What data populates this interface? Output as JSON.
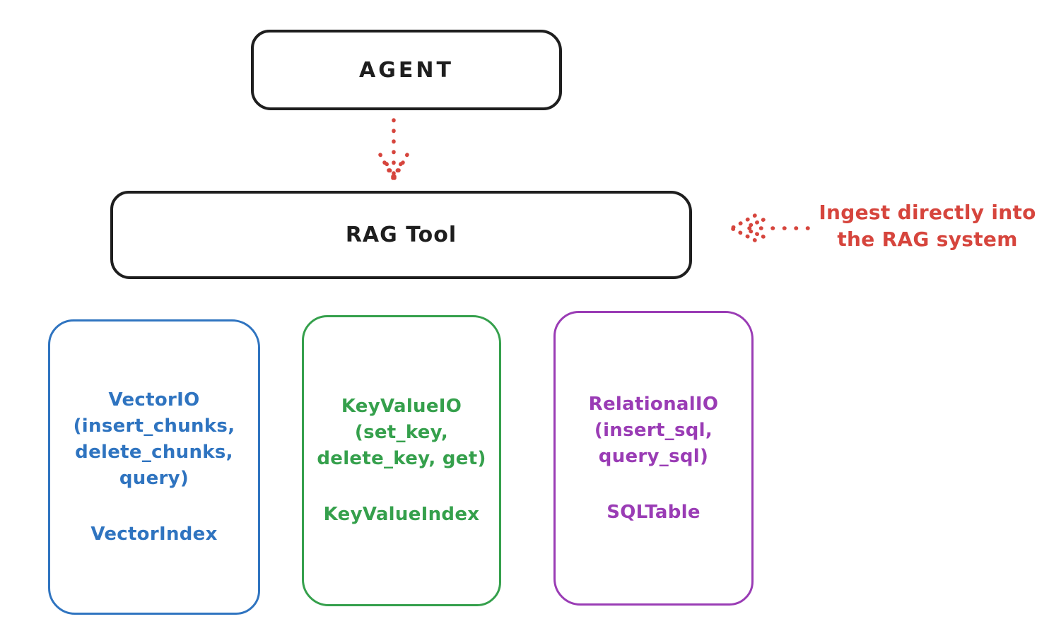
{
  "colors": {
    "ink": "#1e1e1e",
    "red": "#d6453d",
    "blue": "#2f74c0",
    "green": "#35a04c",
    "purple": "#9a3cb5",
    "background": "#ffffff"
  },
  "nodes": {
    "agent": {
      "label": "AGENT"
    },
    "rag_tool": {
      "label": "RAG Tool"
    }
  },
  "annotation": {
    "label": "Ingest directly into\nthe RAG system",
    "color": "#d6453d"
  },
  "arrows": [
    {
      "name": "agent-to-rag-tool",
      "style": "dotted",
      "direction": "down",
      "color": "#d6453d"
    },
    {
      "name": "ingest-annotation-to-rag-tool",
      "style": "dotted",
      "direction": "left",
      "color": "#d6453d"
    }
  ],
  "storage_nodes": [
    {
      "name": "vector-io",
      "label": "VectorIO\n(insert_chunks,\ndelete_chunks,\nquery)",
      "index_label": "VectorIndex",
      "color": "#2f74c0"
    },
    {
      "name": "key-value-io",
      "label": "KeyValueIO\n(set_key,\ndelete_key, get)",
      "index_label": "KeyValueIndex",
      "color": "#35a04c"
    },
    {
      "name": "relational-io",
      "label": "RelationalIO\n(insert_sql,\nquery_sql)",
      "index_label": "SQLTable",
      "color": "#9a3cb5"
    }
  ]
}
